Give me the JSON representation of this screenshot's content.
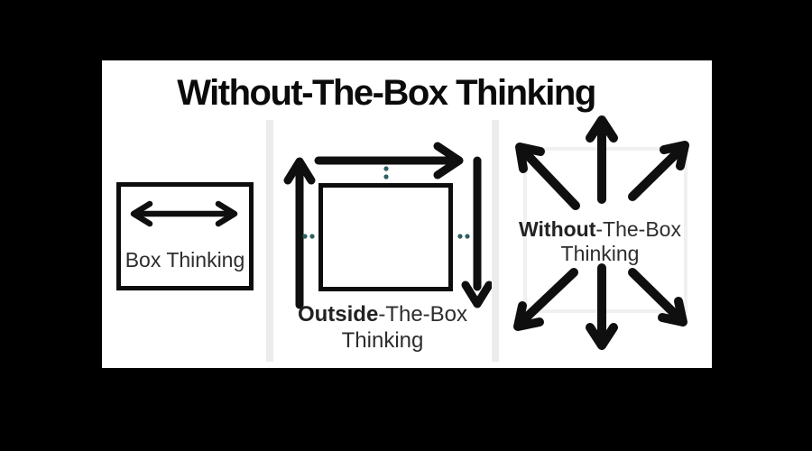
{
  "title": "Without-The-Box Thinking",
  "panels": {
    "box_thinking": {
      "caption": "Box Thinking"
    },
    "outside_the_box": {
      "caption_bold": "Outside",
      "caption_rest": "-The-Box",
      "caption_line2": "Thinking"
    },
    "without_the_box": {
      "caption_bold": "Without",
      "caption_rest": "-The-Box",
      "caption_line2": "Thinking"
    }
  },
  "colors": {
    "background": "#000000",
    "panel": "#ffffff",
    "ink": "#0f0f0f",
    "text": "#2d2d2d",
    "divider": "#ececec",
    "faint_box": "#f0f0f0",
    "accent_dots": "#2e5f63"
  }
}
